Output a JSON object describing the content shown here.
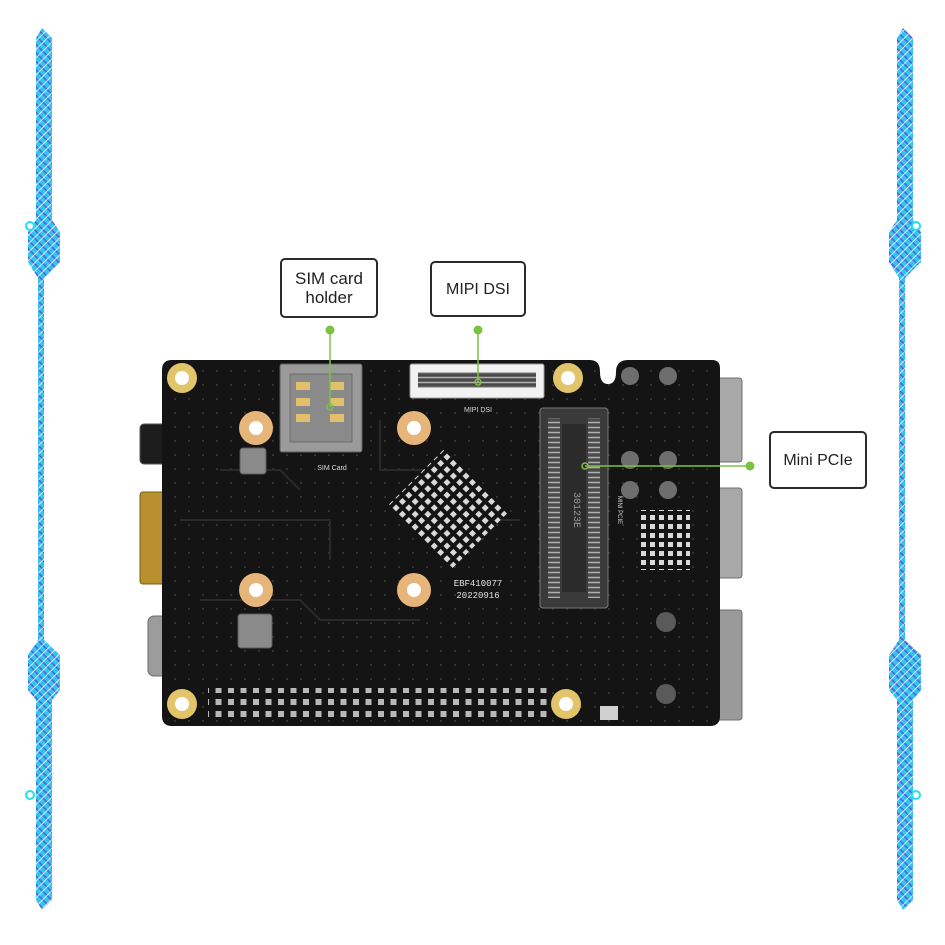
{
  "callouts": {
    "sim_card_holder": "SIM card\nholder",
    "mipi_dsi": "MIPI DSI",
    "mini_pcie": "Mini PCIe"
  },
  "board_silkscreen": {
    "sim_card": "SIM Card",
    "mipi_dsi": "MIPI DSI",
    "mini_pcie": "MINI PCIE",
    "board_id": "EBF410077",
    "date": "20220916",
    "pcie_label": "30123E"
  },
  "colors": {
    "background": "#ffffff",
    "board": "#141414",
    "accent_green": "#7cc242",
    "frame_purple": "#6a3bd6",
    "frame_cyan": "#22e0f0",
    "mount_hole": "#e2c46a"
  }
}
